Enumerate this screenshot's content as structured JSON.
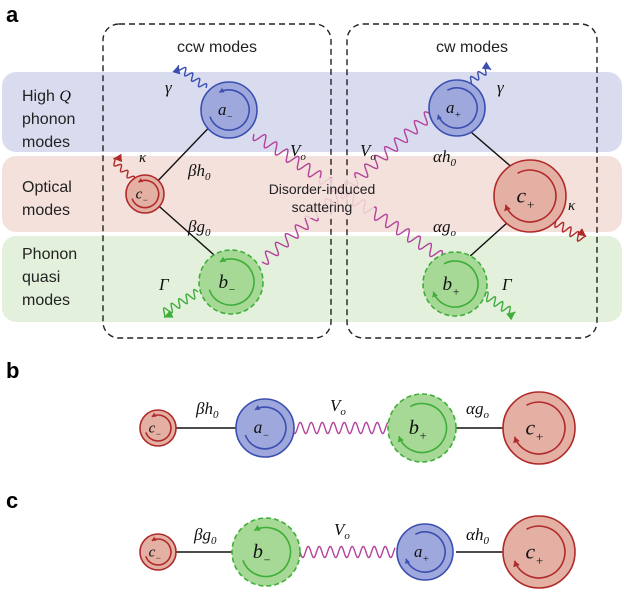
{
  "panels": {
    "a": "a",
    "b": "b",
    "c": "c"
  },
  "rows": {
    "high_q_line1": "High ",
    "high_q_q": "Q",
    "high_q_line2": "phonon",
    "high_q_line3": "modes",
    "optical_line1": "Optical",
    "optical_line2": "modes",
    "phonon_line1": "Phonon",
    "phonon_line2": "quasi",
    "phonon_line3": "modes"
  },
  "boxes": {
    "ccw_title": "ccw modes",
    "cw_title": "cw modes"
  },
  "scattering": {
    "line1": "Disorder-induced",
    "line2": "scattering"
  },
  "modes": {
    "a_minus": {
      "letter": "a",
      "sub": "−"
    },
    "a_plus": {
      "letter": "a",
      "sub": "+"
    },
    "b_minus": {
      "letter": "b",
      "sub": "−"
    },
    "b_plus": {
      "letter": "b",
      "sub": "+"
    },
    "c_minus": {
      "letter": "c",
      "sub": "−"
    },
    "c_plus": {
      "letter": "c",
      "sub": "+"
    }
  },
  "couplings": {
    "beta": "β",
    "alpha": "α",
    "h": "h",
    "g": "g",
    "zero": "0",
    "o": "o",
    "V": "V"
  },
  "losses": {
    "gamma": "γ",
    "kappa": "κ",
    "Gamma": "Γ"
  },
  "colors": {
    "blue_band": "#d9dcef",
    "red_band": "#f4e1dc",
    "green_band": "#e3f0dc",
    "blue_fill": "#9fa8dc",
    "blue_stroke": "#3a4fb0",
    "red_fill": "#e4b0a4",
    "red_stroke": "#b02a2a",
    "green_fill": "#a7d996",
    "green_stroke": "#3fae3a",
    "wave": "#b4429c"
  }
}
